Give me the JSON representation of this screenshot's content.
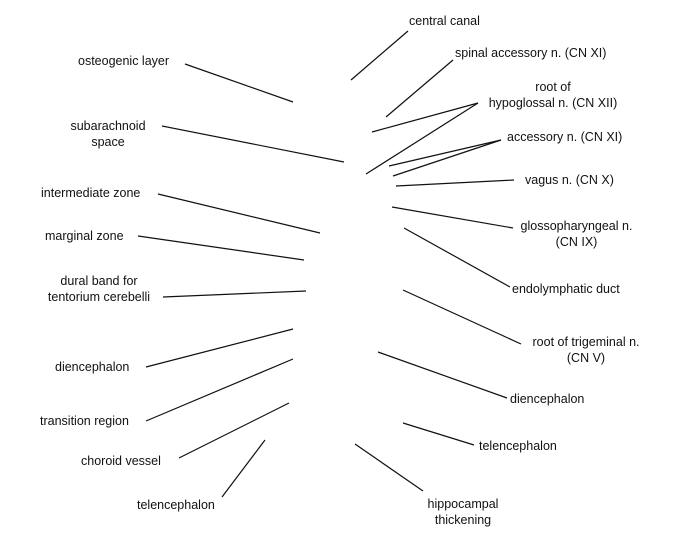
{
  "labels": {
    "osteogenic_layer": [
      "osteogenic layer"
    ],
    "subarachnoid_space": [
      "subarachnoid",
      "space"
    ],
    "intermediate_zone": [
      "intermediate zone"
    ],
    "marginal_zone": [
      "marginal zone"
    ],
    "dural_band": [
      "dural band for",
      "tentorium cerebelli"
    ],
    "diencephalon_left": [
      "diencephalon"
    ],
    "transition_region": [
      "transition region"
    ],
    "choroid_vessel": [
      "choroid vessel"
    ],
    "telencephalon_left": [
      "telencephalon"
    ],
    "central_canal": [
      "central canal"
    ],
    "spinal_accessory": [
      "spinal accessory n. (CN XI)"
    ],
    "root_hypoglossal": [
      "root of",
      "hypoglossal n. (CN XII)"
    ],
    "accessory": [
      "accessory n. (CN XI)"
    ],
    "vagus": [
      "vagus n. (CN X)"
    ],
    "glossopharyngeal": [
      "glossopharyngeal n.",
      "(CN IX)"
    ],
    "endolymphatic_duct": [
      "endolymphatic duct"
    ],
    "root_trigeminal": [
      "root of trigeminal n.",
      "(CN V)"
    ],
    "diencephalon_right": [
      "diencephalon"
    ],
    "telencephalon_right": [
      "telencephalon"
    ],
    "hippocampal_thickening": [
      "hippocampal",
      "thickening"
    ]
  }
}
